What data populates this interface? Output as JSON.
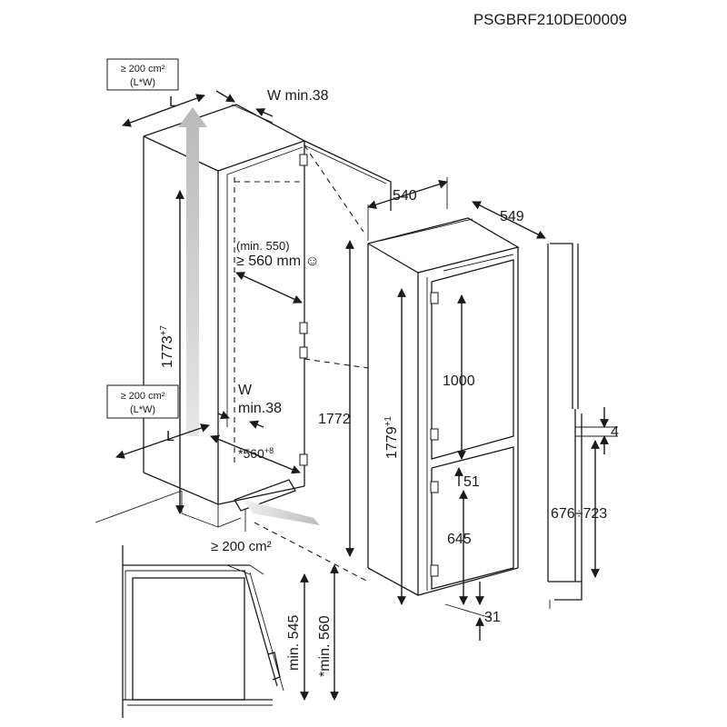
{
  "doc_code": "PSGBRF210DE00009",
  "vent_area_top": {
    "line1": "≥ 200 cm²",
    "line2": "(L*W)"
  },
  "vent_area_bottom": {
    "line1": "≥ 200 cm²",
    "line2": "(L*W)"
  },
  "label_L_top": "L",
  "label_L_bottom": "L",
  "w_min_top": "W min.38",
  "w_min_bottom_w": "W",
  "w_min_bottom_val": "min.38",
  "niche_depth_min": "(min. 550)",
  "niche_depth": "≥ 560 mm",
  "niche_height": "1773",
  "niche_height_tol": "+7",
  "niche_width": "*560",
  "niche_width_tol": "+8",
  "vent_floor": "≥ 200 cm²",
  "dim_1772": "1772",
  "dim_540": "540",
  "dim_549": "549",
  "dim_1000": "1000",
  "dim_1779": "1779",
  "dim_1779_tol": "+1",
  "dim_51": "51",
  "dim_645": "645",
  "dim_31": "31",
  "dim_4": "4",
  "dim_676_723": "676÷723",
  "plan_min_545": "min. 545",
  "plan_min_560": "*min. 560"
}
